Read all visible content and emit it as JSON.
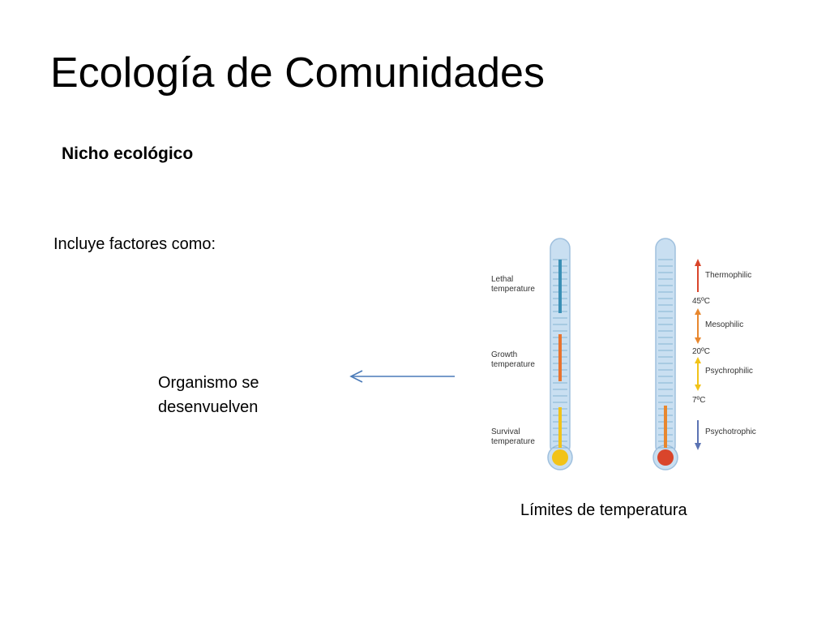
{
  "slide": {
    "title": "Ecología de Comunidades",
    "subtitle": "Nicho ecológico",
    "intro": "Incluye factores como:",
    "organism_note": "Organismo se desenvuelven",
    "caption": "Límites de temperatura"
  },
  "figure": {
    "left_thermometer": {
      "labels": [
        {
          "line1": "Lethal",
          "line2": "temperature",
          "color": "#3a8fb5"
        },
        {
          "line1": "Growth",
          "line2": "temperature",
          "color": "#e8732e"
        },
        {
          "line1": "Survival",
          "line2": "temperature",
          "color": "#f2c318"
        }
      ]
    },
    "right_thermometer": {
      "classes": [
        {
          "name": "Thermophilic",
          "color": "#d9452b"
        },
        {
          "name": "Mesophilic",
          "color": "#e8872e"
        },
        {
          "name": "Psychrophilic",
          "color": "#f2c318"
        },
        {
          "name": "Psychotrophic",
          "color": "#5b73b3"
        }
      ],
      "thresholds": [
        "45ºC",
        "20ºC",
        "7ºC"
      ]
    }
  },
  "colors": {
    "arrow": "#4a7ab8",
    "tube": "#c9dff1",
    "tube_border": "#9fc0de",
    "tick": "#6ea6c8"
  }
}
